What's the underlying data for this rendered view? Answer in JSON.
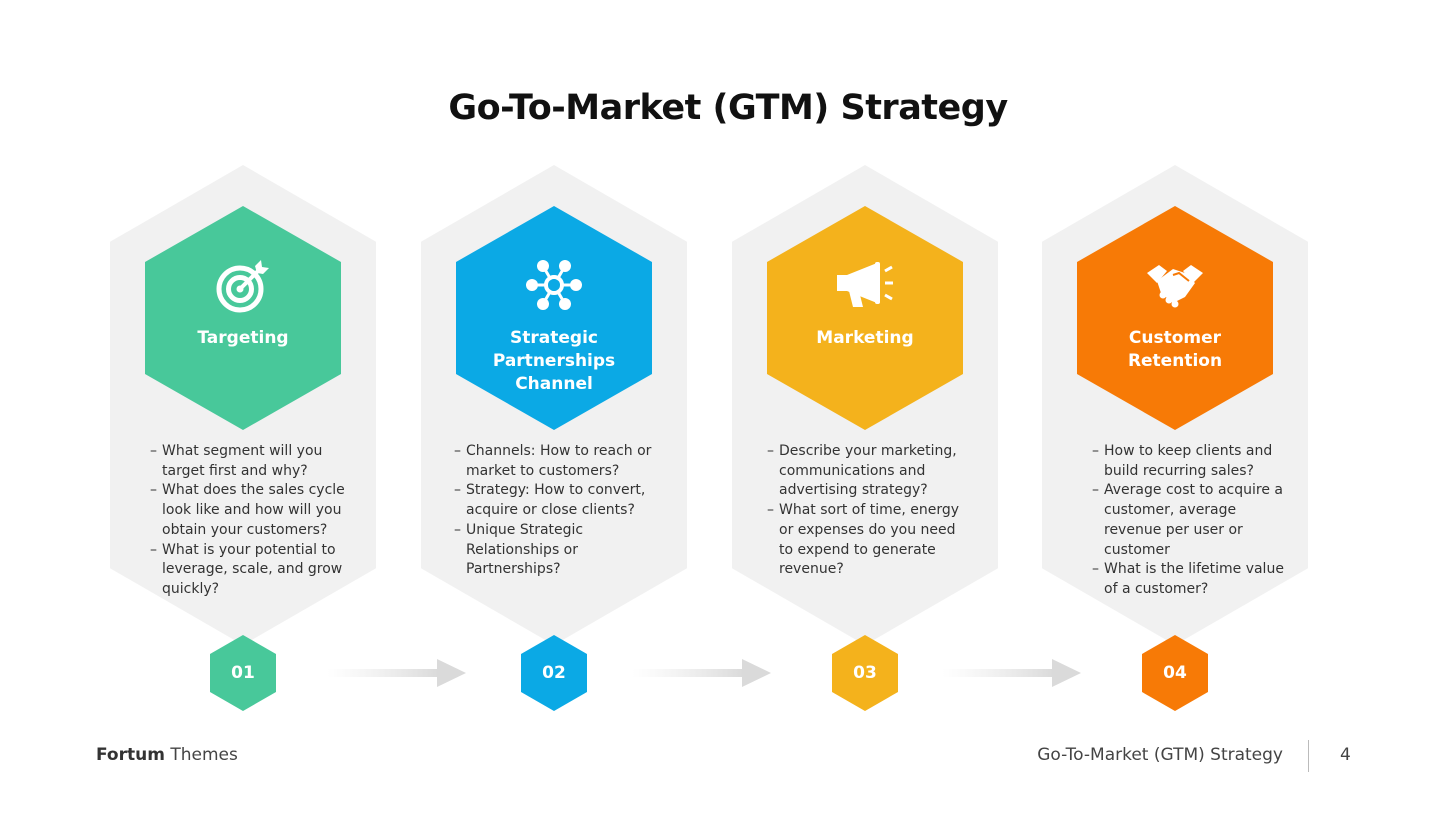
{
  "title": "Go-To-Market (GTM) Strategy",
  "colors": {
    "green": "#48C89A",
    "blue": "#0BA9E5",
    "yellow": "#F4B21C",
    "orange": "#F77A06",
    "panel": "#F1F1F1"
  },
  "steps": [
    {
      "label": "Targeting",
      "icon": "target-icon",
      "number": "01",
      "bullets": [
        "What segment will you target first and why?",
        "What does the sales cycle look like and how will you obtain your customers?",
        "What is your potential to leverage, scale, and grow quickly?"
      ]
    },
    {
      "label": "Strategic Partnerships Channel",
      "icon": "network-icon",
      "number": "02",
      "bullets": [
        "Channels: How to reach or market to customers?",
        "Strategy: How to convert, acquire or close clients?",
        "Unique Strategic Relationships or Partnerships?"
      ]
    },
    {
      "label": "Marketing",
      "icon": "megaphone-icon",
      "number": "03",
      "bullets": [
        "Describe your marketing, communications and advertising strategy?",
        "What sort of time, energy or expenses do you need to expend to generate revenue?"
      ]
    },
    {
      "label": "Customer Retention",
      "icon": "handshake-icon",
      "number": "04",
      "bullets": [
        "How to keep clients and build recurring sales?",
        "Average cost to acquire a customer, average revenue per user or customer",
        "What is the lifetime value of a customer?"
      ]
    }
  ],
  "footer": {
    "brand_bold": "Fortum",
    "brand_rest": " Themes",
    "title": "Go-To-Market (GTM) Strategy",
    "page": "4"
  }
}
